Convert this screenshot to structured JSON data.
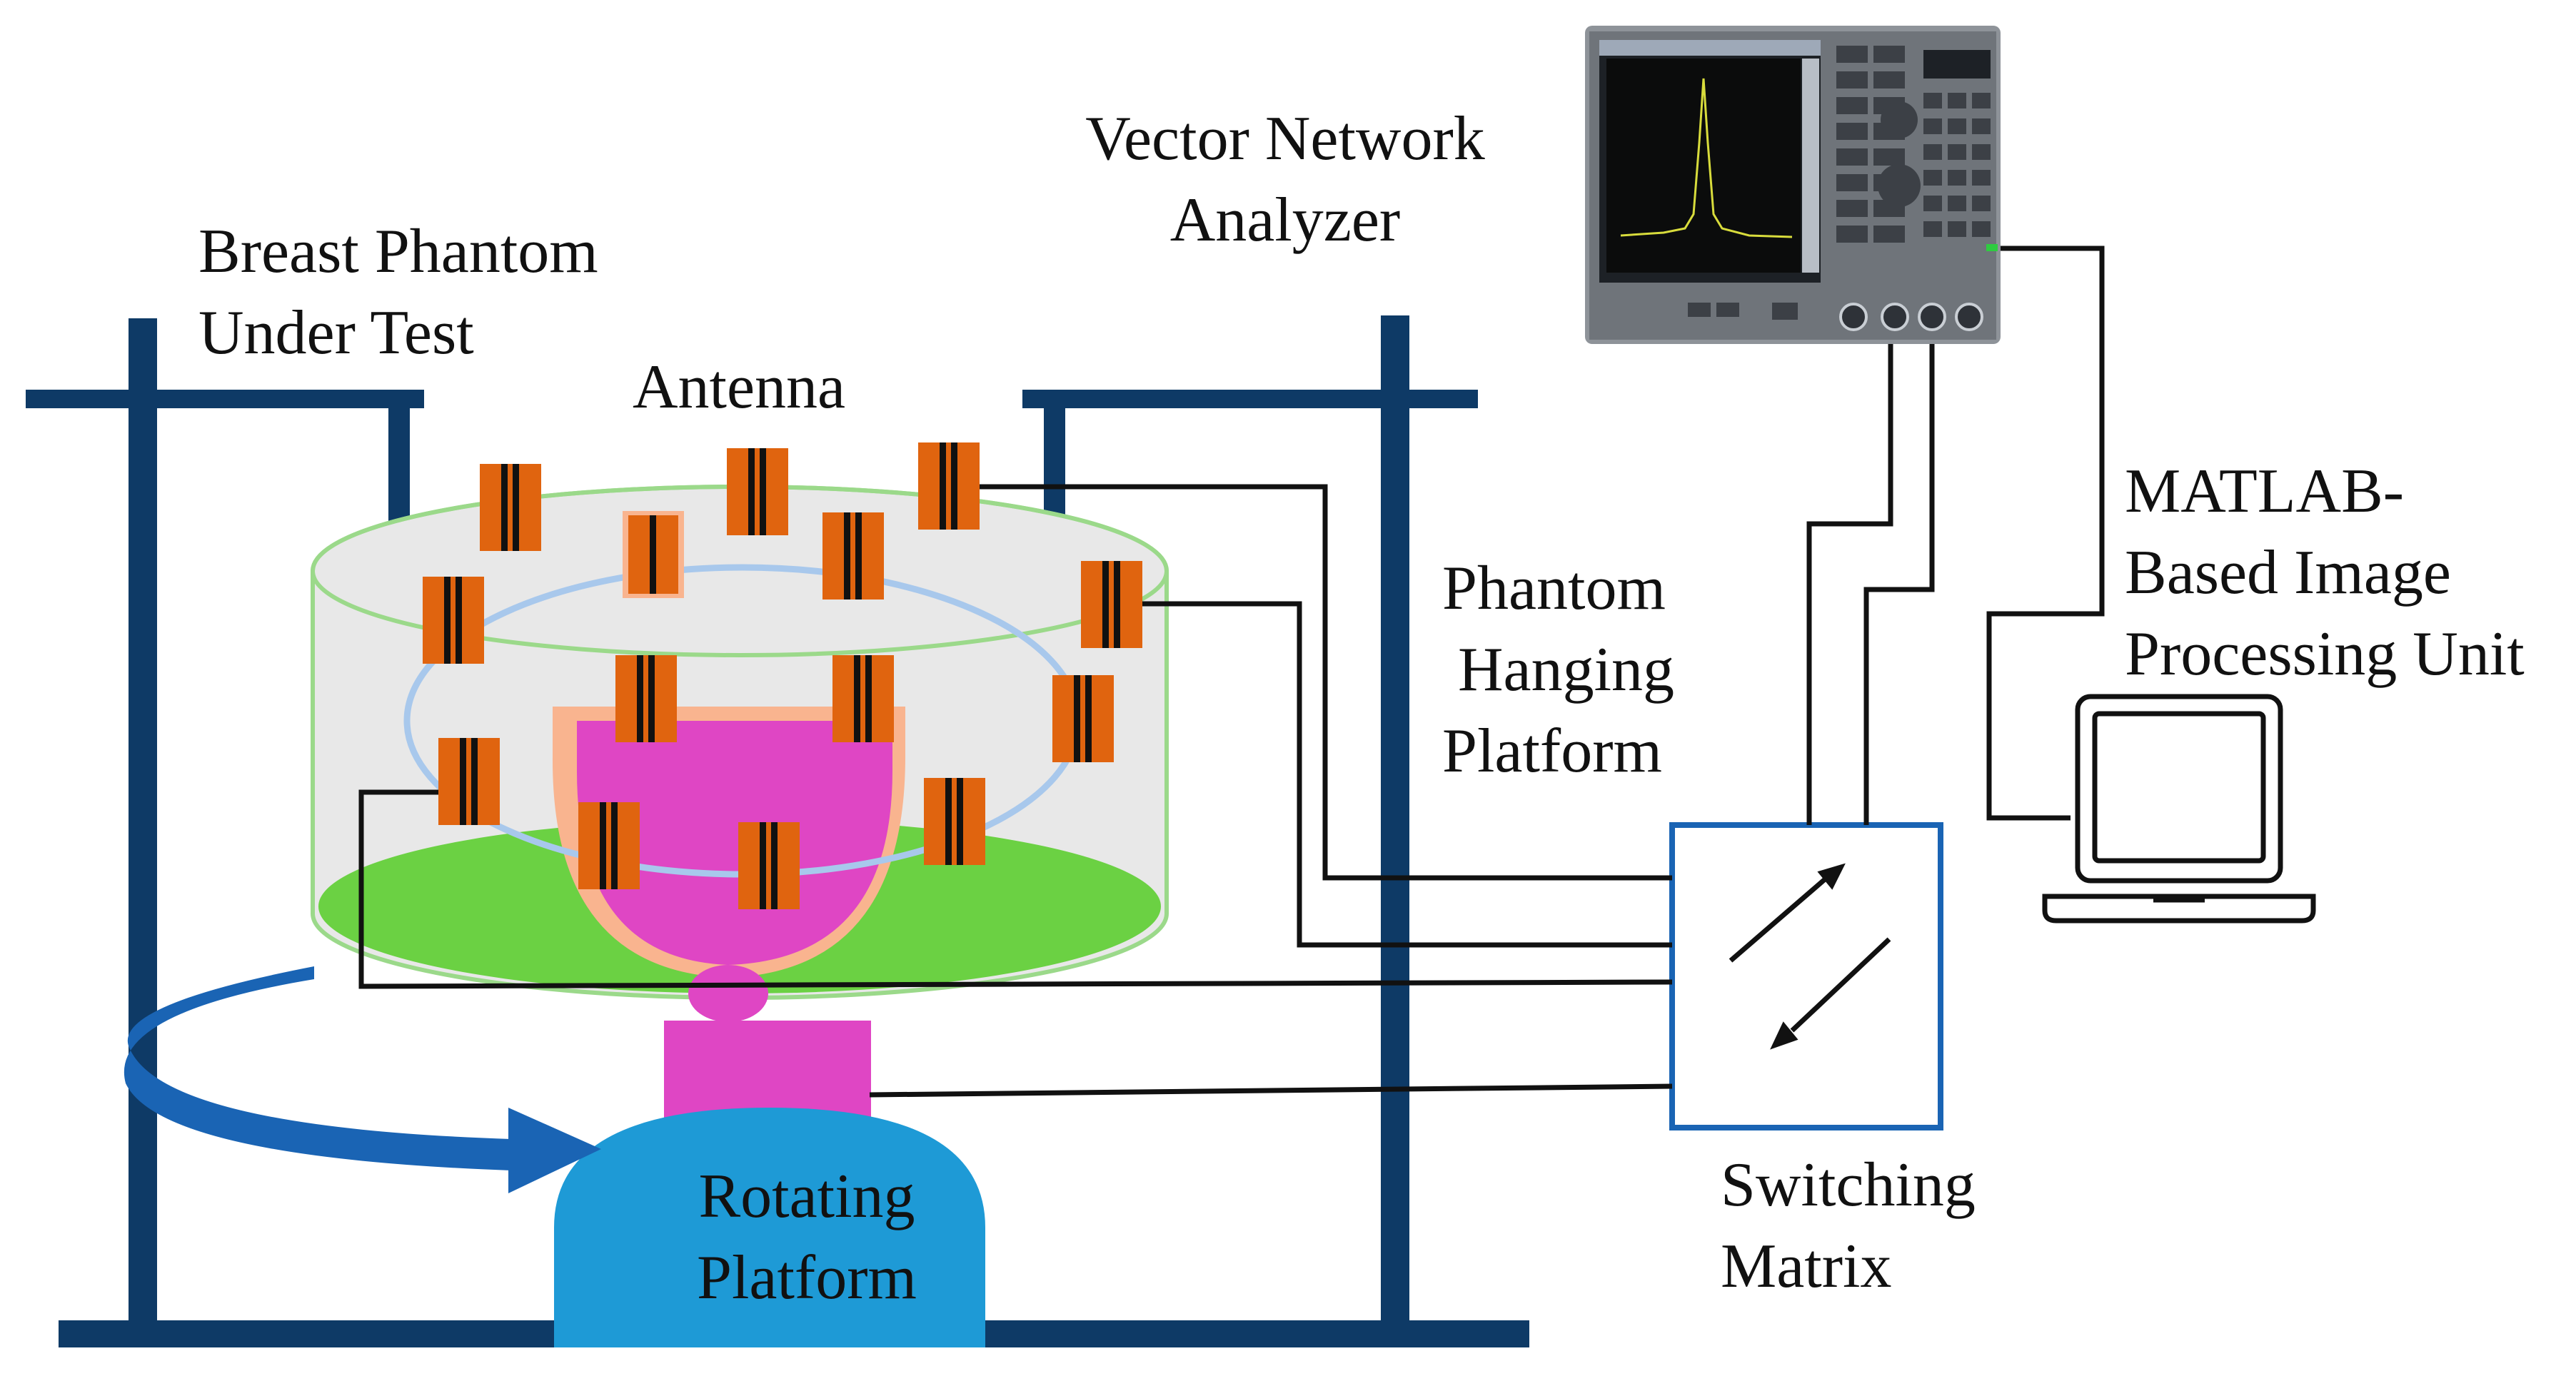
{
  "labels": {
    "vna": [
      "Vector Network",
      "Analyzer"
    ],
    "breast_phantom": [
      "Breast Phantom",
      "Under Test"
    ],
    "antenna": "Antenna",
    "phantom_platform": [
      "Phantom",
      " Hanging",
      "Platform"
    ],
    "matlab": [
      "MATLAB-",
      "Based Image",
      "Processing Unit"
    ],
    "rotating_platform": [
      "Rotating",
      "Platform"
    ],
    "switching_matrix": [
      "Switching",
      "Matrix"
    ]
  },
  "colors": {
    "frame": "#0e3a66",
    "antenna_fill": "#e0640f",
    "antenna_slot": "#111111",
    "phantom_pink": "#df46c4",
    "phantom_skin": "#f9b48f",
    "base_green": "#6bd143",
    "cylinder_fill": "#e8e8e8",
    "cylinder_edge": "#9bd98a",
    "ring": "#a8c8ec",
    "rotating_platform": "#1e9ad6",
    "rotation_arrow": "#1a64b4",
    "switch_border": "#1a64b4",
    "cable": "#111111"
  },
  "icons": {
    "vna_device": "vector-network-analyzer-icon",
    "laptop": "laptop-icon",
    "switch_arrows": "switch-arrows-icon",
    "rotation": "rotation-arrow-icon"
  }
}
